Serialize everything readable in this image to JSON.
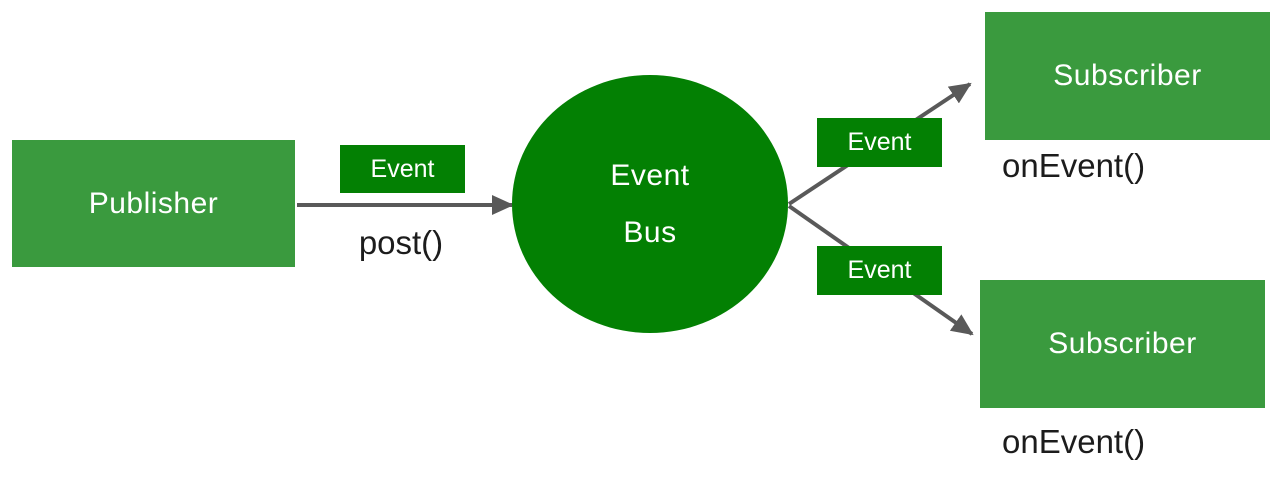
{
  "diagram": {
    "title_hint": "event-bus-publish-subscribe",
    "publisher": {
      "label": "Publisher",
      "method": "post()"
    },
    "bus": {
      "line1": "Event",
      "line2": "Bus"
    },
    "messages": {
      "publish": "Event",
      "to_subscriber_1": "Event",
      "to_subscriber_2": "Event"
    },
    "subscribers": [
      {
        "label": "Subscriber",
        "method": "onEvent()"
      },
      {
        "label": "Subscriber",
        "method": "onEvent()"
      }
    ],
    "colors": {
      "node_green": "#3A9A3E",
      "accent_green": "#038003",
      "arrow_gray": "#595959",
      "method_text": "#1C1C1C"
    }
  }
}
